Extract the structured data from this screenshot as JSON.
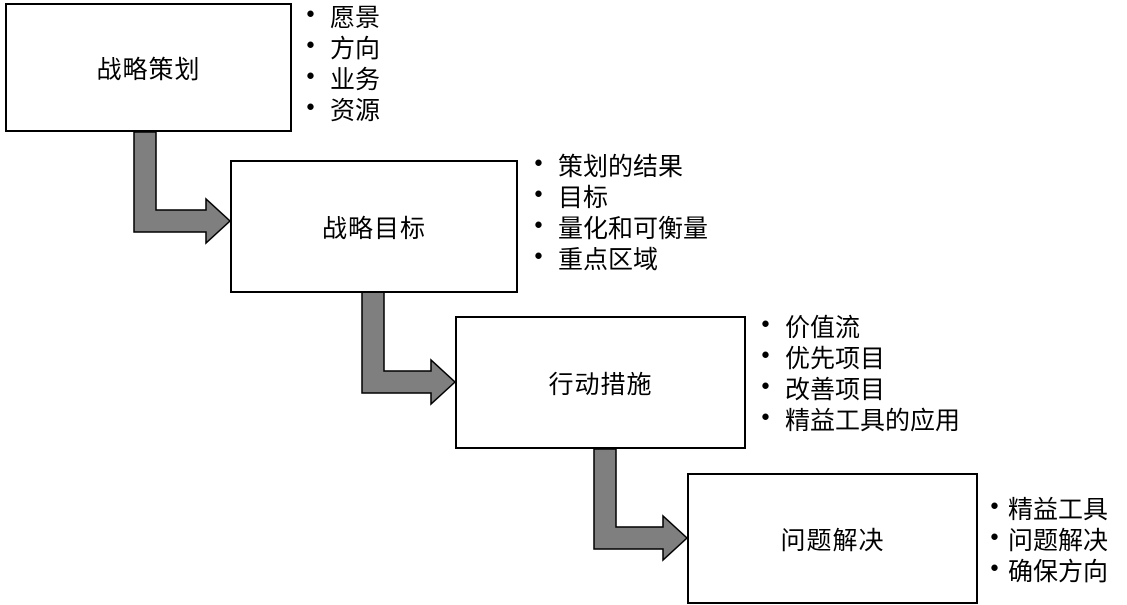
{
  "stages": [
    {
      "title": "战略策划",
      "bullets": [
        "愿景",
        "方向",
        "业务",
        "资源"
      ]
    },
    {
      "title": "战略目标",
      "bullets": [
        "策划的结果",
        "目标",
        "量化和可衡量",
        "重点区域"
      ]
    },
    {
      "title": "行动措施",
      "bullets": [
        "价值流",
        "优先项目",
        "改善项目",
        "精益工具的应用"
      ]
    },
    {
      "title": "问题解决",
      "bullets": [
        "精益工具",
        "问题解决",
        "确保方向"
      ]
    }
  ],
  "bullet_symbol": "•",
  "colors": {
    "box_border": "#000000",
    "arrow_fill": "#7f7f7f",
    "arrow_stroke": "#000000"
  }
}
